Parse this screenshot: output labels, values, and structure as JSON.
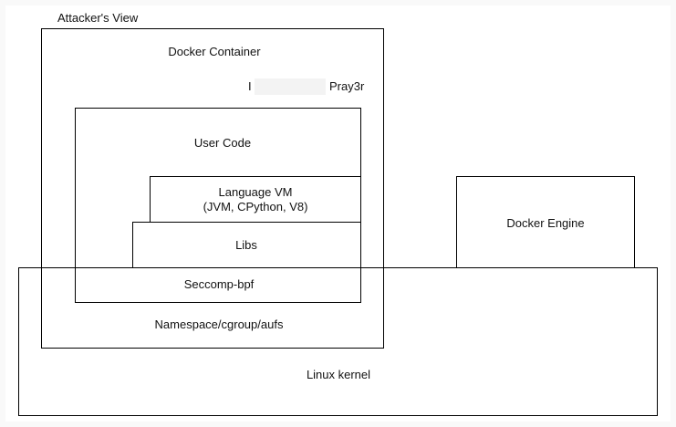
{
  "diagram": {
    "title": "Attacker's View",
    "container_label": "Docker Container",
    "author_prefix": "I",
    "author": "Pray3r",
    "user_code": "User Code",
    "language_vm_line1": "Language VM",
    "language_vm_line2": "(JVM, CPython, V8)",
    "libs": "Libs",
    "seccomp": "Seccomp-bpf",
    "namespace": "Namespace/cgroup/aufs",
    "docker_engine": "Docker Engine",
    "kernel": "Linux kernel"
  }
}
